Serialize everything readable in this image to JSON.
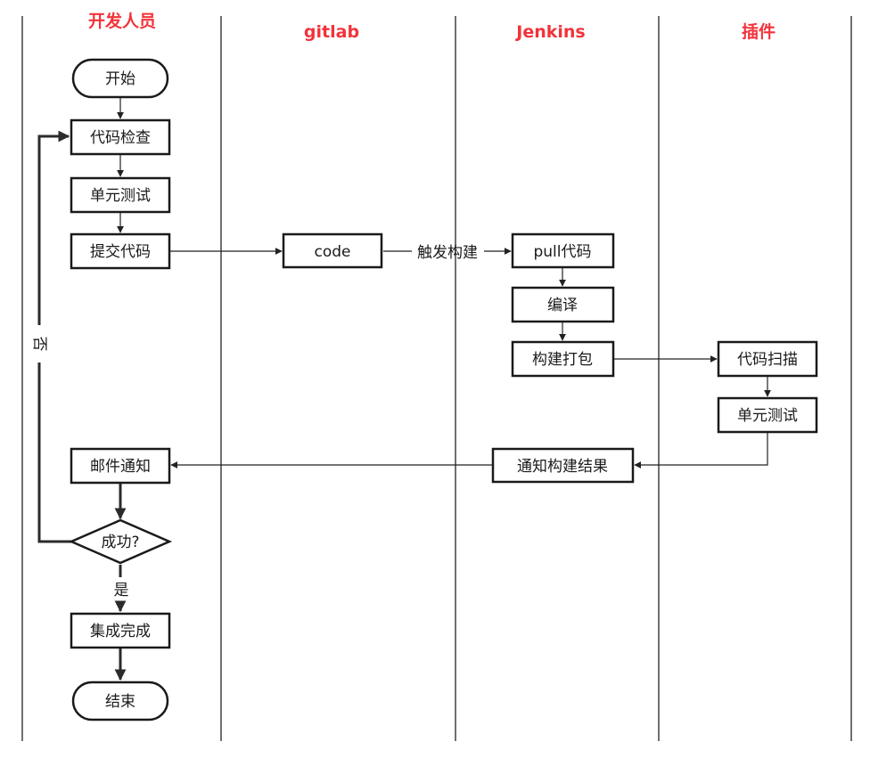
{
  "lanes": {
    "developer": "开发人员",
    "gitlab": "gitlab",
    "jenkins": "Jenkins",
    "plugin": "插件"
  },
  "nodes": {
    "start": "开始",
    "code_check": "代码检查",
    "unit_test_dev": "单元测试",
    "submit_code": "提交代码",
    "code": "code",
    "pull_code": "pull代码",
    "compile": "编译",
    "build_package": "构建打包",
    "code_scan": "代码扫描",
    "unit_test_plugin": "单元测试",
    "notify_result": "通知构建结果",
    "email_notify": "邮件通知",
    "success": "成功?",
    "integration_done": "集成完成",
    "end": "结束"
  },
  "edges": {
    "trigger_build": "触发构建",
    "no": "否",
    "yes": "是"
  },
  "colors": {
    "lane_header": "#f2333a",
    "stroke": "#1a1a1a"
  }
}
